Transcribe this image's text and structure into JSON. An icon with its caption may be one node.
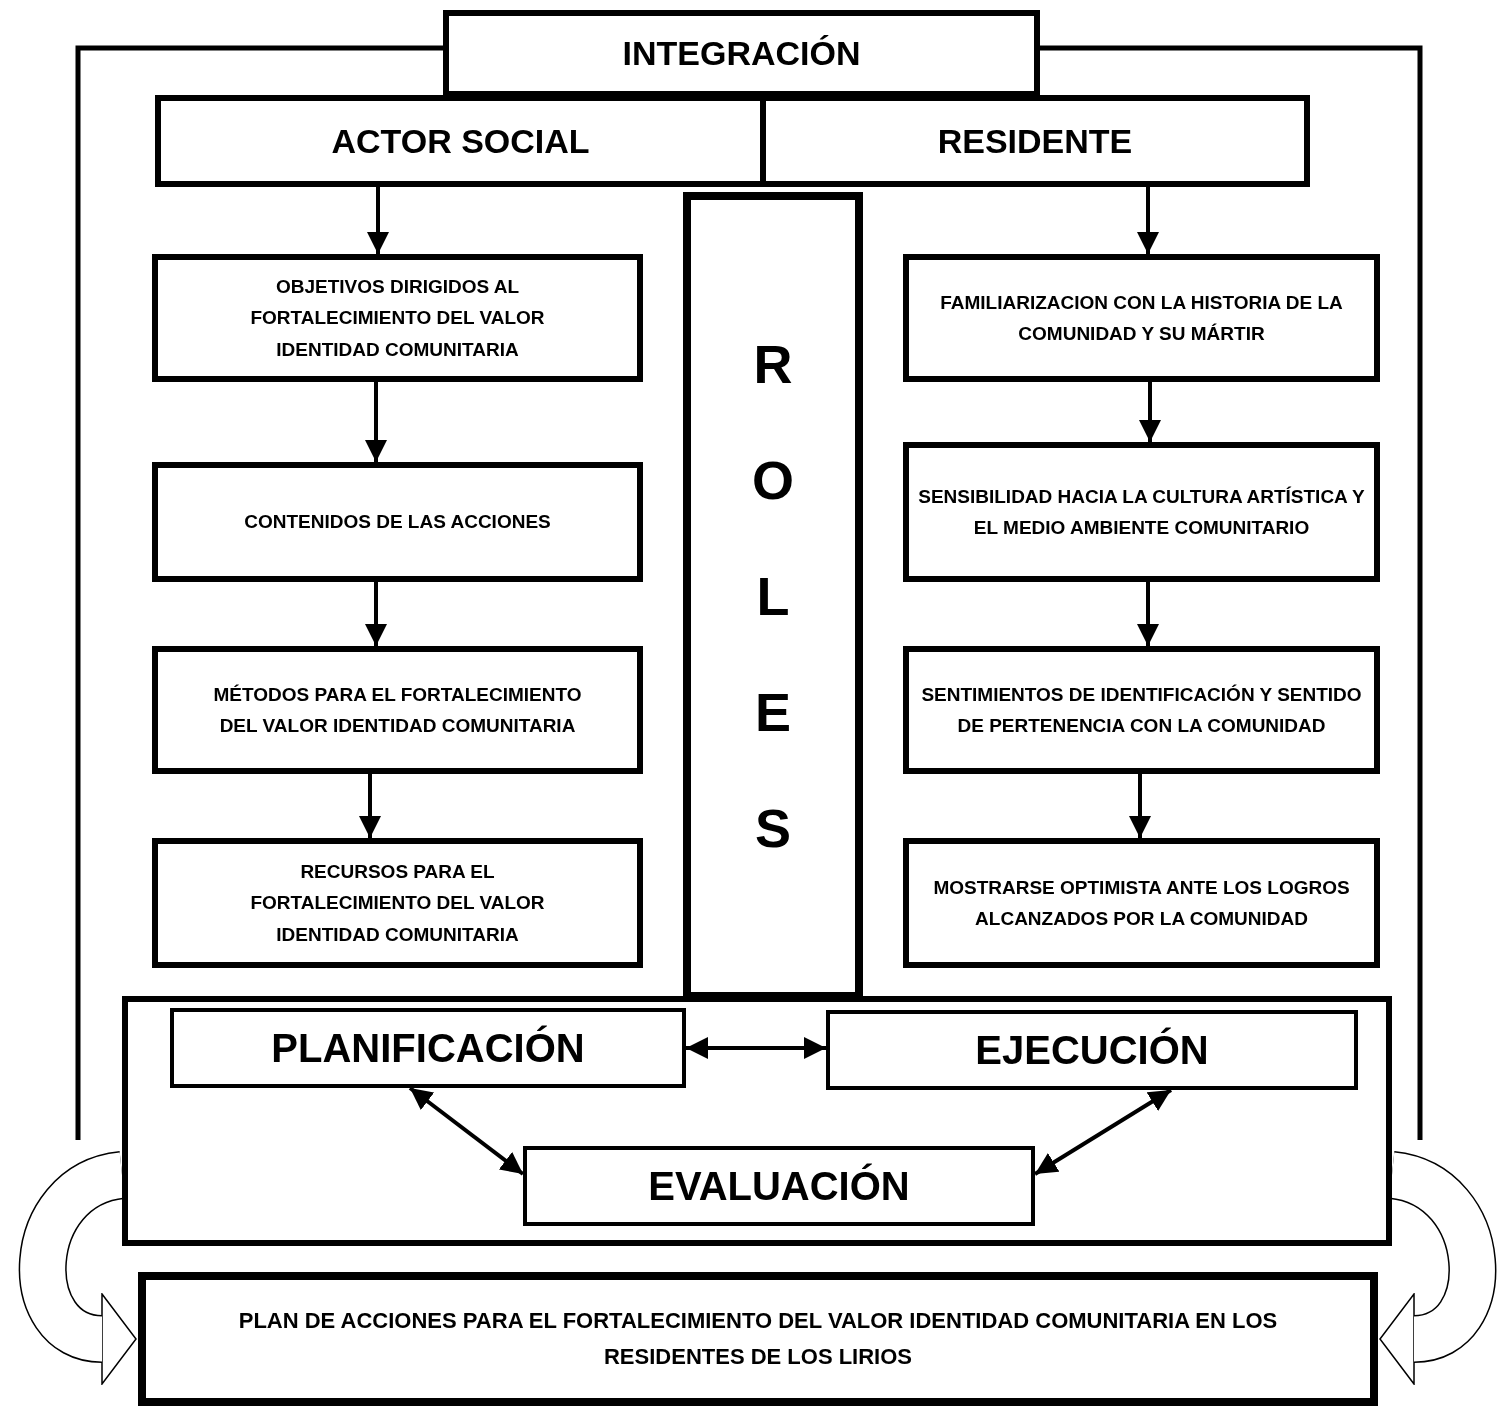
{
  "diagram": {
    "nodes": [
      {
        "text": [
          "INTEGRACIÓN"
        ]
      },
      {
        "text": [
          "ACTOR SOCIAL"
        ]
      },
      {
        "text": [
          "RESIDENTE"
        ]
      },
      {
        "text": [
          "ROLES"
        ]
      },
      {
        "text": [
          "OBJETIVOS DIRIGIDOS AL FORTALECIMIENTO DEL VALOR IDENTIDAD COMUNITARIA"
        ]
      },
      {
        "text": [
          "CONTENIDOS DE LAS ACCIONES"
        ]
      },
      {
        "text": [
          "MÉTODOS PARA EL FORTALECIMIENTO DEL VALOR IDENTIDAD COMUNITARIA"
        ]
      },
      {
        "text": [
          "RECURSOS  PARA EL FORTALECIMIENTO DEL VALOR IDENTIDAD COMUNITARIA"
        ]
      },
      {
        "text": [
          "FAMILIARIZACION CON LA HISTORIA DE LA COMUNIDAD Y SU MÁRTIR"
        ]
      },
      {
        "text": [
          "SENSIBILIDAD HACIA LA CULTURA ARTÍSTICA  Y EL MEDIO AMBIENTE COMUNITARIO"
        ]
      },
      {
        "text": [
          "SENTIMIENTOS DE IDENTIFICACIÓN Y SENTIDO DE PERTENENCIA CON LA COMUNIDAD"
        ]
      },
      {
        "text": [
          "MOSTRARSE OPTIMISTA ANTE LOS LOGROS ALCANZADOS POR LA COMUNIDAD"
        ]
      },
      {
        "text": [],
        "shape": "box"
      },
      {
        "text": [
          "PLANIFICACIÓN"
        ],
        "in": 12
      },
      {
        "text": [
          "EJECUCIÓN"
        ],
        "in": 12
      },
      {
        "text": [
          "EVALUACIÓN"
        ],
        "in": 12
      },
      {
        "text": [
          "PLAN DE ACCIONES PARA EL FORTALECIMIENTO DEL VALOR IDENTIDAD COMUNITARIA EN LOS RESIDENTES DE LOS LIRIOS"
        ]
      }
    ],
    "edges": [
      {
        "from": 1,
        "to": 4,
        "arrow": "to"
      },
      {
        "from": 4,
        "to": 5,
        "arrow": "to"
      },
      {
        "from": 5,
        "to": 6,
        "arrow": "to"
      },
      {
        "from": 6,
        "to": 7,
        "arrow": "to"
      },
      {
        "from": 2,
        "to": 8,
        "arrow": "to"
      },
      {
        "from": 8,
        "to": 9,
        "arrow": "to"
      },
      {
        "from": 9,
        "to": 10,
        "arrow": "to"
      },
      {
        "from": 10,
        "to": 11,
        "arrow": "to"
      },
      {
        "from": 13,
        "to": 14,
        "arrow": "both"
      },
      {
        "from": 13,
        "to": 15,
        "arrow": "both"
      },
      {
        "from": 14,
        "to": 15,
        "arrow": "both"
      },
      {
        "from": 12,
        "to": 16,
        "arrow": "to",
        "style": "thick"
      },
      {
        "from": 12,
        "to": 16,
        "arrow": "to",
        "style": "thick"
      }
    ]
  }
}
